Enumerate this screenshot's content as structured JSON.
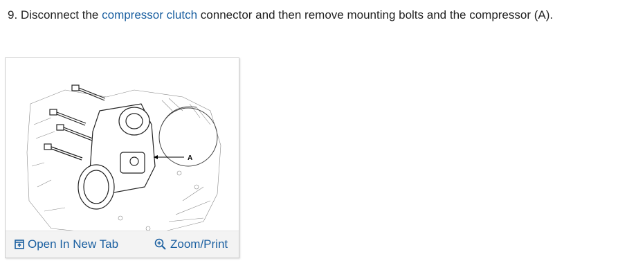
{
  "step": {
    "number": "9.",
    "text_before": "Disconnect the",
    "link_text": "compressor clutch",
    "text_after": "connector and then remove mounting bolts and the compressor (A)."
  },
  "figure": {
    "callout_label": "A",
    "open_tab_label": "Open In New Tab",
    "zoom_label": "Zoom/Print"
  },
  "colors": {
    "link": "#1a5fa0",
    "text": "#222222",
    "footer_bg": "#f3f3f3"
  }
}
